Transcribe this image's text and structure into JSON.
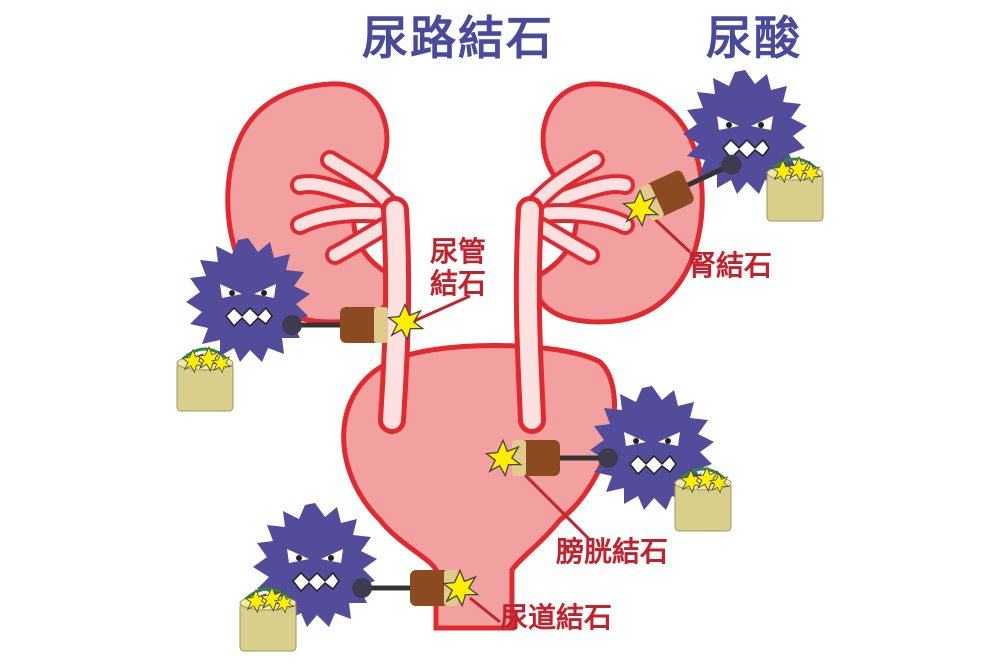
{
  "title": "尿路結石",
  "subtitle": "尿酸",
  "labels": {
    "ureter_line1": "尿管",
    "ureter_line2": "結石",
    "kidney": "腎結石",
    "bladder": "膀胱結石",
    "urethra": "尿道結石"
  },
  "colors": {
    "title": "#4a4a9c",
    "label": "#c0232d",
    "organ_fill": "#f2a0a0",
    "organ_stroke": "#e02a2f",
    "tube_fill": "#fde0e0",
    "germ": "#524c9a",
    "bucket": "#d8d08a",
    "crystal": "#ffee00",
    "hammer": "#8b4a1f"
  }
}
